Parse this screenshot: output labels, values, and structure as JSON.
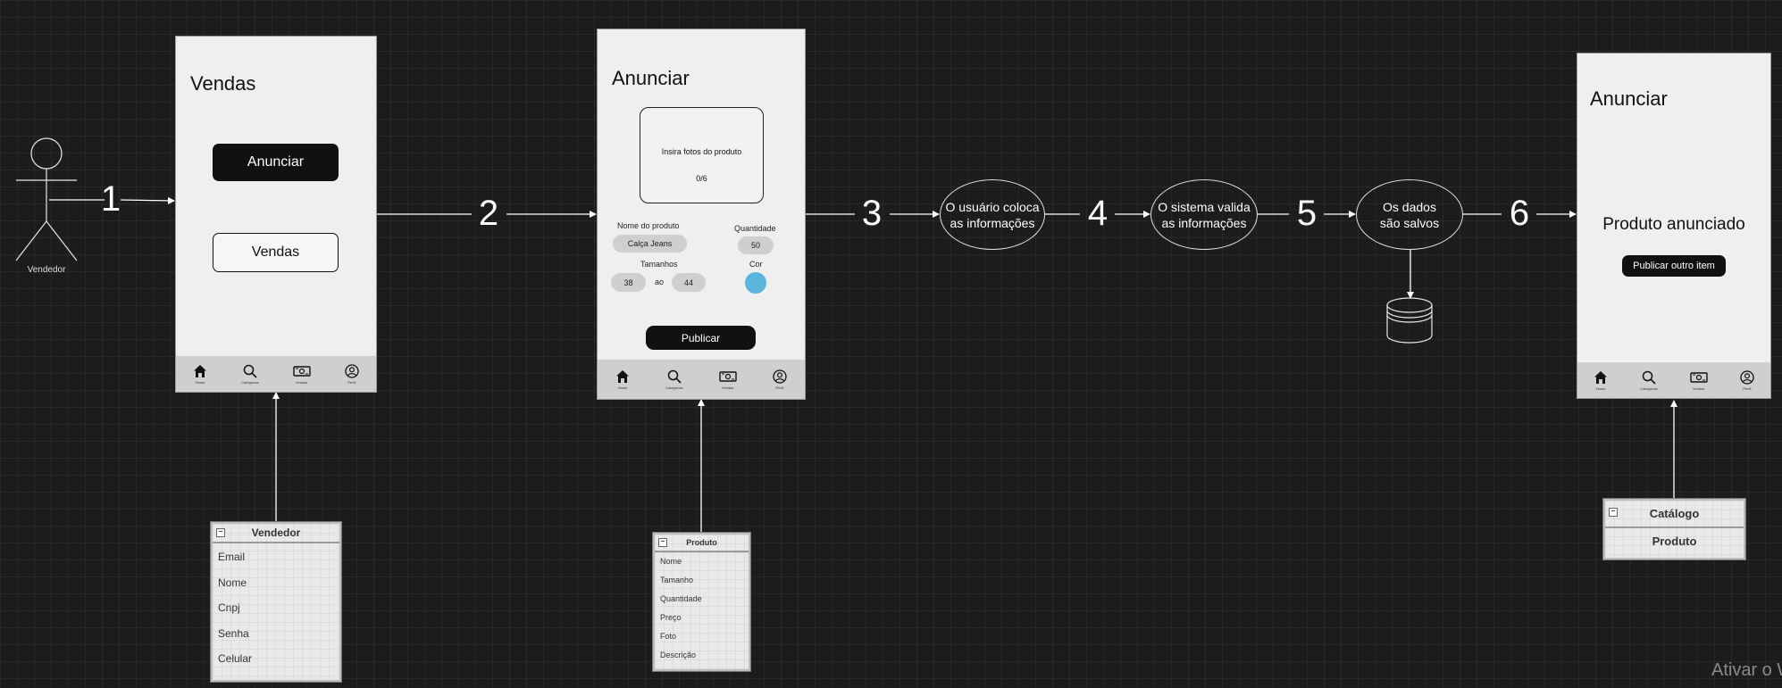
{
  "steps": [
    "1",
    "2",
    "3",
    "4",
    "5",
    "6"
  ],
  "actor": {
    "label": "Vendedor"
  },
  "screen1": {
    "title": "Vendas",
    "anunciar_button": "Anunciar",
    "vendas_button": "Vendas"
  },
  "screen2": {
    "title": "Anunciar",
    "photos_prompt": "Insira fotos do produto",
    "photos_count": "0/6",
    "nome_label": "Nome do produto",
    "nome_value": "Calça Jeans",
    "quantidade_label": "Quantidade",
    "quantidade_value": "50",
    "tamanhos_label": "Tamanhos",
    "tamanho_min": "38",
    "tamanho_sep": "ao",
    "tamanho_max": "44",
    "cor_label": "Cor",
    "cor_value": "#5ab4dc",
    "publicar_button": "Publicar"
  },
  "process": [
    "O usuário coloca as informações",
    "O sistema valida as informações",
    "Os dados são salvos"
  ],
  "screen3": {
    "title": "Anunciar",
    "message": "Produto anunciado",
    "publish_again_button": "Publicar outro item"
  },
  "nav": {
    "home": "Home",
    "search": "Categorias",
    "sales": "Vendas",
    "profile": "Perfil"
  },
  "entities": {
    "vendedor": {
      "name": "Vendedor",
      "fields": [
        "Email",
        "Nome",
        "Cnpj",
        "Senha",
        "Celular"
      ]
    },
    "produto": {
      "name": "Produto",
      "fields": [
        "Nome",
        "Tamanho",
        "Quantidade",
        "Preço",
        "Foto",
        "Descrição"
      ]
    },
    "catalogo": {
      "name": "Catálogo",
      "fields": [
        "Produto"
      ]
    }
  },
  "watermark": "Ativar o W"
}
